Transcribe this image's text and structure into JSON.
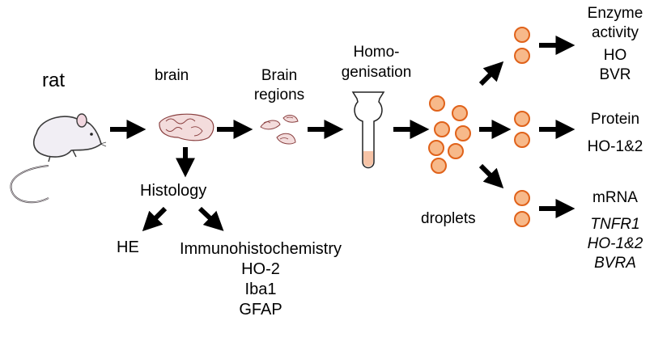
{
  "labels": {
    "rat": "rat",
    "brain": "brain",
    "brain_regions": [
      "Brain",
      "regions"
    ],
    "homogenisation": [
      "Homo-",
      "genisation"
    ],
    "histology": "Histology",
    "he": "HE",
    "immuno": [
      "Immunohistochemistry",
      "HO-2",
      "Iba1",
      "GFAP"
    ],
    "droplets": "droplets",
    "enzyme": [
      "Enzyme",
      "activity",
      "HO",
      "BVR"
    ],
    "protein": [
      "Protein",
      "HO-1&2"
    ],
    "mrna": "mRNA",
    "mrna_genes": [
      "TNFR1",
      "HO-1&2",
      "BVRA"
    ]
  },
  "colors": {
    "arrow": "#000000",
    "droplet_fill": "#f7b98a",
    "droplet_stroke": "#e0621a",
    "tube_liquid": "#f6c3a6",
    "brain_tissue": "#f3dcdc",
    "brain_outline": "#8a4040",
    "rat_body": "#f1eef4",
    "rat_outline": "#3a3a3a"
  },
  "icons": [
    "rat-icon",
    "brain-icon",
    "brain-regions-icon",
    "homogeniser-tube-icon",
    "droplet-icon",
    "arrow-icon"
  ]
}
